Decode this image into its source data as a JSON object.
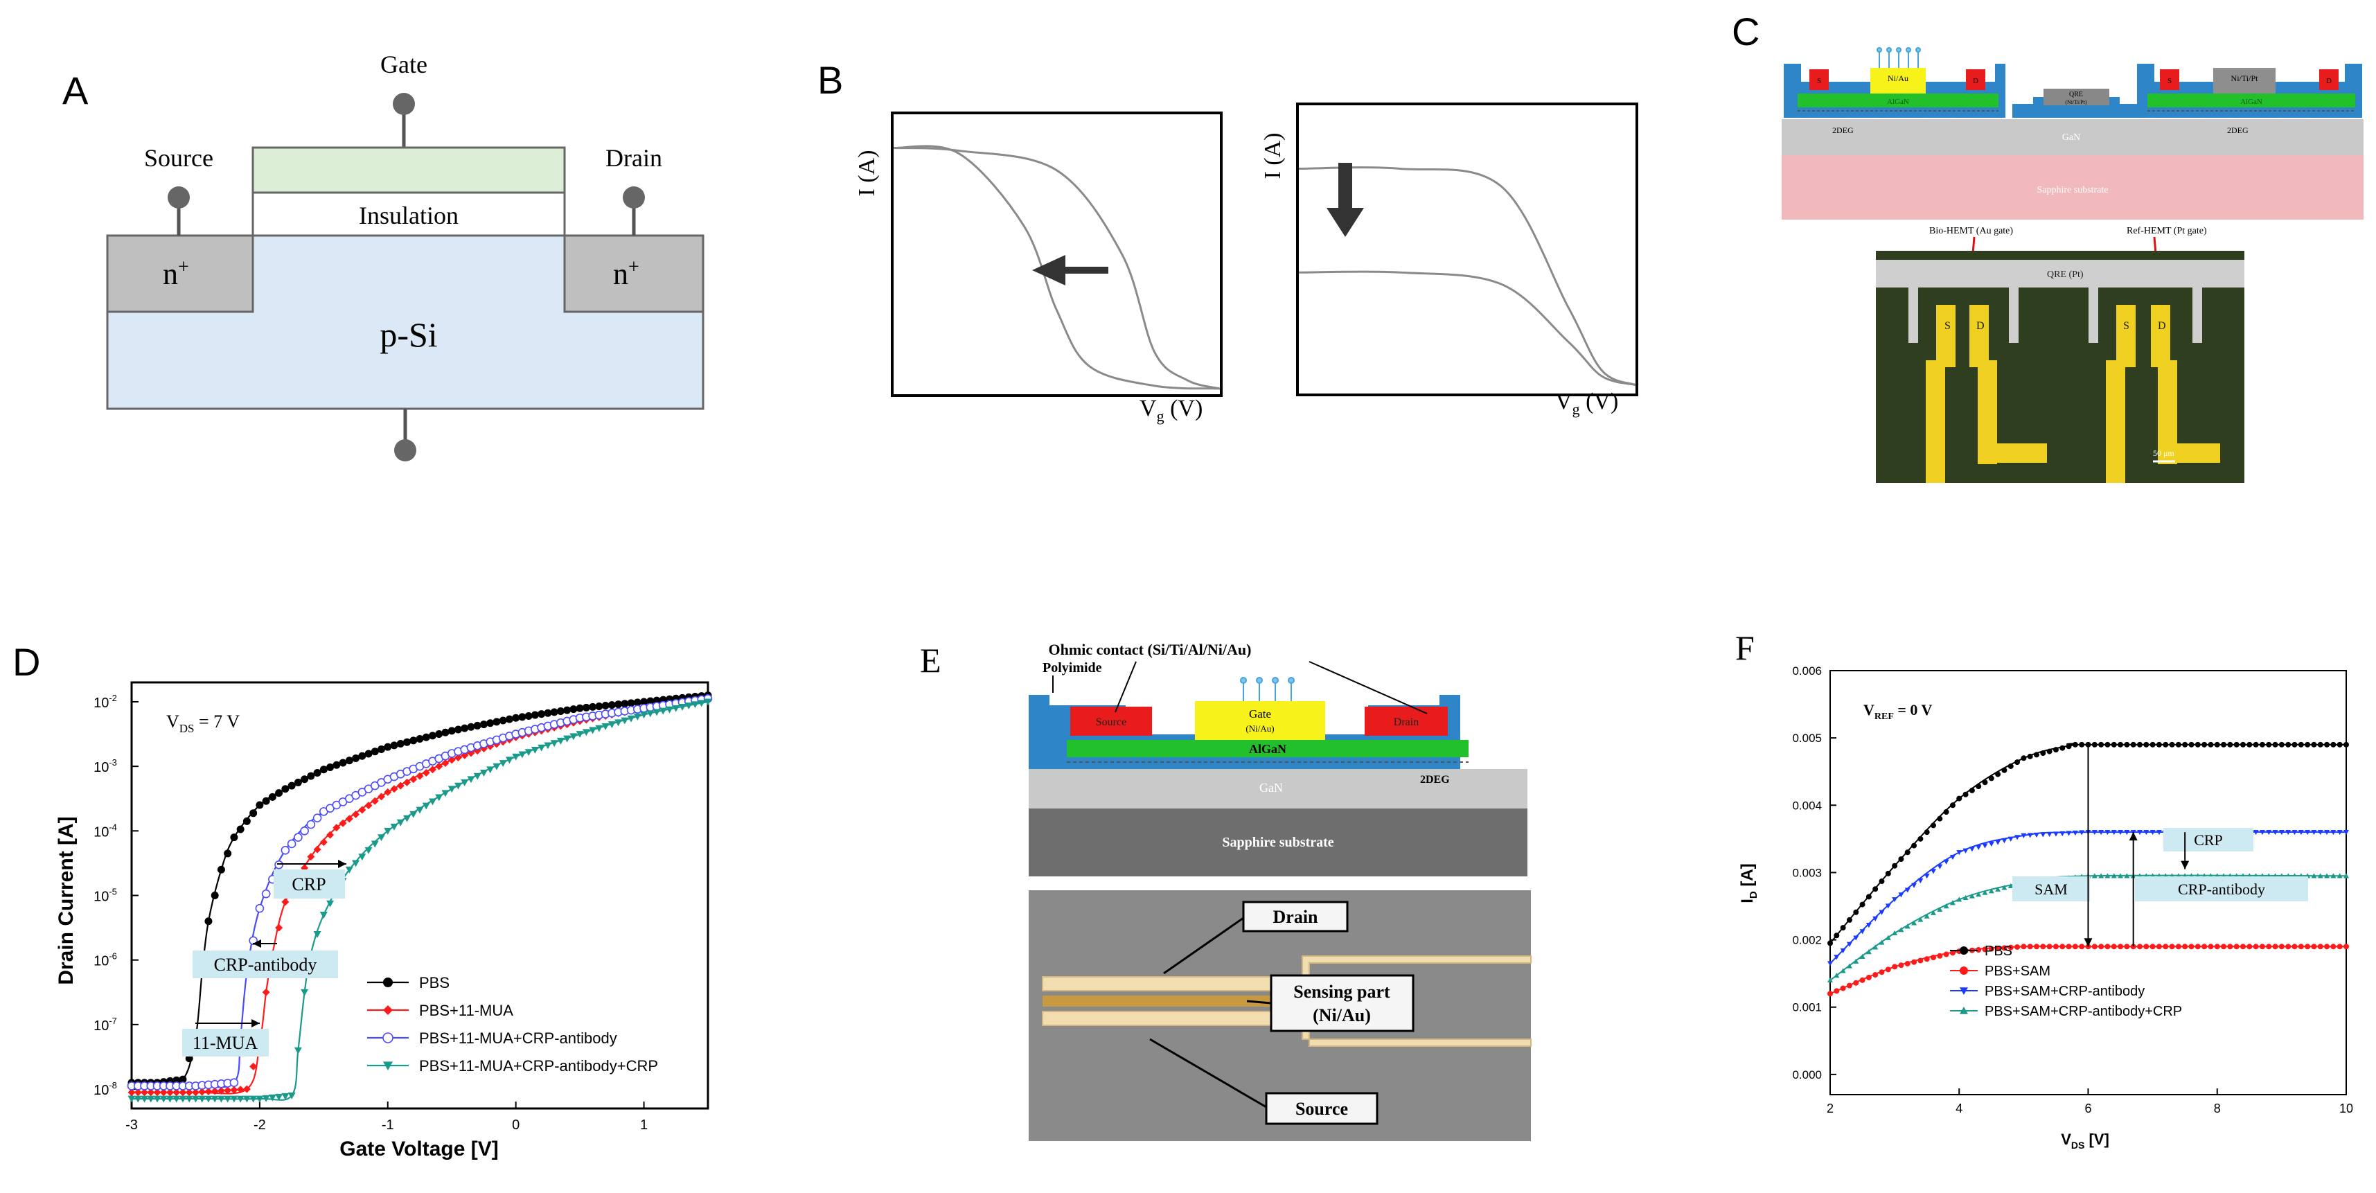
{
  "panels": {
    "A": {
      "letter": "A",
      "gate": "Gate",
      "source": "Source",
      "drain": "Drain",
      "insulation": "Insulation",
      "n_left": "n",
      "n_right": "n",
      "plus": "+",
      "substrate": "p-Si",
      "colors": {
        "gate": "#dcefd6",
        "substrate": "#dbe9f6",
        "n": "#bfbfbf"
      }
    },
    "B": {
      "letter": "B",
      "ylabel1": "I (A)",
      "ylabel2": "I (A)",
      "xlabel1": "V",
      "xlabel2": "V",
      "xsub": "g",
      "xunit": " (V)"
    },
    "C": {
      "letter": "C",
      "ni_au": "Ni/Au",
      "ni_ti_pt": "Ni/Ti/Pt",
      "qre": "QRE",
      "qre_sub": "(Ni/Ti/Pt)",
      "algan": "AlGaN",
      "twodeg": "2DEG",
      "gan": "GaN",
      "sapphire": "Sapphire substrate",
      "s": "S",
      "d": "D",
      "bio_hemt": "Bio-HEMT (Au gate)",
      "ref_hemt": "Ref-HEMT (Pt gate)",
      "qre_pt": "QRE (Pt)",
      "scale": "50 μm"
    },
    "D": {
      "letter": "D",
      "vds_label": "V",
      "vds_sub": "DS",
      "vds_value": " = 7 V",
      "xlabel": "Gate Voltage [V]",
      "ylabel": "Drain Current [A]",
      "xticks": [
        "-3",
        "-2",
        "-1",
        "0",
        "1"
      ],
      "yticks": [
        "10",
        "10",
        "10",
        "10",
        "10",
        "10"
      ],
      "yexp": [
        "-8",
        "-7",
        "-6",
        "-5",
        "-4",
        "-3",
        "-2"
      ],
      "annot": [
        "CRP",
        "CRP-antibody",
        "11-MUA"
      ],
      "legend": [
        "PBS",
        "PBS+11-MUA",
        "PBS+11-MUA+CRP-antibody",
        "PBS+11-MUA+CRP-antibody+CRP"
      ],
      "colors": [
        "#000000",
        "#ff1a1a",
        "#4a4aff",
        "#1a9a8a"
      ]
    },
    "E": {
      "letter": "E",
      "ohmic": "Ohmic contact (Si/Ti/Al/Ni/Au)",
      "polyimide": "Polyimide",
      "source": "Source",
      "drain": "Drain",
      "gate": "Gate",
      "gate_sub": "(Ni/Au)",
      "algan": "AlGaN",
      "twodeg": "2DEG",
      "gan": "GaN",
      "sapphire": "Sapphire substrate",
      "drain_box": "Drain",
      "sensing1": "Sensing part",
      "sensing2": "(Ni/Au)",
      "source_box": "Source"
    },
    "F": {
      "letter": "F",
      "vref_label": "V",
      "vref_sub": "REF",
      "vref_value": " = 0 V",
      "ylabel": "I",
      "ylabel_sub": "D",
      "ylabel_unit": " [A]",
      "xlabel": "V",
      "xlabel_sub": "DS",
      "xlabel_unit": " [V]",
      "xticks": [
        "2",
        "4",
        "6",
        "8",
        "10"
      ],
      "yticks": [
        "0.000",
        "0.001",
        "0.002",
        "0.003",
        "0.004",
        "0.005",
        "0.006"
      ],
      "annot": [
        "CRP",
        "SAM",
        "CRP-antibody"
      ],
      "legend": [
        "PBS",
        "PBS+SAM",
        "PBS+SAM+CRP-antibody",
        "PBS+SAM+CRP-antibody+CRP"
      ],
      "colors": [
        "#000000",
        "#ff1a1a",
        "#1a3aff",
        "#1a9a8a"
      ]
    }
  },
  "chart_data": [
    {
      "type": "line",
      "panel": "B-left",
      "xlabel": "Vg(V)",
      "ylabel": "I (A)",
      "series": [
        {
          "x": [
            0,
            0.2,
            0.4,
            0.5,
            0.6,
            0.8,
            1
          ],
          "y": [
            0.88,
            0.86,
            0.6,
            0.3,
            0.1,
            0.03,
            0.02
          ]
        },
        {
          "x": [
            0,
            0.2,
            0.5,
            0.7,
            0.8,
            0.9,
            1
          ],
          "y": [
            0.88,
            0.87,
            0.8,
            0.5,
            0.15,
            0.05,
            0.02
          ]
        }
      ]
    },
    {
      "type": "line",
      "panel": "B-right",
      "xlabel": "Vg(V)",
      "ylabel": "I (A)",
      "series": [
        {
          "x": [
            0,
            0.3,
            0.6,
            0.8,
            0.9,
            1
          ],
          "y": [
            0.78,
            0.78,
            0.72,
            0.3,
            0.08,
            0.03
          ]
        },
        {
          "x": [
            0,
            0.3,
            0.6,
            0.8,
            0.9,
            1
          ],
          "y": [
            0.42,
            0.42,
            0.38,
            0.18,
            0.06,
            0.03
          ]
        }
      ]
    },
    {
      "type": "scatter",
      "panel": "D",
      "xlabel": "Gate Voltage [V]",
      "ylabel": "Drain Current [A]",
      "xlim": [
        -3,
        1.5
      ],
      "ylog": true,
      "ylim_exp": [
        -8.3,
        -1.7
      ],
      "series": [
        {
          "name": "PBS",
          "x": [
            -3,
            -2.8,
            -2.6,
            -2.5,
            -2.45,
            -2.4,
            -2.3,
            -2.2,
            -2.0,
            -1.8,
            -1.5,
            -1.0,
            -0.5,
            0,
            0.5,
            1.0,
            1.5
          ],
          "y_exp": [
            -7.9,
            -7.9,
            -7.85,
            -7.2,
            -6.2,
            -5.4,
            -4.6,
            -4.1,
            -3.6,
            -3.35,
            -3.05,
            -2.7,
            -2.45,
            -2.25,
            -2.1,
            -2.0,
            -1.9
          ]
        },
        {
          "name": "PBS+11-MUA",
          "x": [
            -3,
            -2.5,
            -2.1,
            -2.0,
            -1.95,
            -1.9,
            -1.8,
            -1.6,
            -1.4,
            -1.0,
            -0.5,
            0,
            0.5,
            1.0,
            1.5
          ],
          "y_exp": [
            -8.05,
            -8.05,
            -8.0,
            -7.3,
            -6.5,
            -5.9,
            -5.1,
            -4.4,
            -3.95,
            -3.4,
            -2.9,
            -2.55,
            -2.3,
            -2.1,
            -1.95
          ]
        },
        {
          "name": "PBS+11-MUA+CRP-antibody",
          "x": [
            -3,
            -2.5,
            -2.2,
            -2.15,
            -2.1,
            -2.0,
            -1.8,
            -1.5,
            -1.0,
            -0.5,
            0,
            0.5,
            1.0,
            1.5
          ],
          "y_exp": [
            -7.95,
            -7.95,
            -7.9,
            -7.2,
            -6.2,
            -5.2,
            -4.3,
            -3.7,
            -3.2,
            -2.8,
            -2.5,
            -2.25,
            -2.1,
            -1.95
          ]
        },
        {
          "name": "PBS+11-MUA+CRP-antibody+CRP",
          "x": [
            -3,
            -2.5,
            -2.0,
            -1.75,
            -1.7,
            -1.65,
            -1.6,
            -1.5,
            -1.3,
            -1.0,
            -0.5,
            0,
            0.5,
            1.0,
            1.5
          ],
          "y_exp": [
            -8.15,
            -8.15,
            -8.15,
            -8.1,
            -7.4,
            -6.5,
            -5.9,
            -5.3,
            -4.6,
            -4.0,
            -3.35,
            -2.85,
            -2.5,
            -2.2,
            -2.0
          ]
        }
      ]
    },
    {
      "type": "scatter",
      "panel": "F",
      "xlabel": "VDS [V]",
      "ylabel": "ID [A]",
      "xlim": [
        2,
        10
      ],
      "ylim": [
        0,
        0.006
      ],
      "series": [
        {
          "name": "PBS",
          "x": [
            2,
            3,
            4,
            5,
            5.8,
            6,
            10
          ],
          "y": [
            0.00195,
            0.0031,
            0.0041,
            0.0047,
            0.0049,
            0.0049,
            0.0049
          ]
        },
        {
          "name": "PBS+SAM",
          "x": [
            2,
            3,
            4,
            5,
            6,
            10
          ],
          "y": [
            0.0012,
            0.0016,
            0.00183,
            0.0019,
            0.0019,
            0.0019
          ]
        },
        {
          "name": "PBS+SAM+CRP-antibody",
          "x": [
            2,
            3,
            4,
            5,
            6,
            10
          ],
          "y": [
            0.00165,
            0.0026,
            0.0033,
            0.00355,
            0.0036,
            0.0036
          ]
        },
        {
          "name": "PBS+SAM+CRP-antibody+CRP",
          "x": [
            2,
            3,
            4,
            5,
            6,
            10
          ],
          "y": [
            0.0014,
            0.0021,
            0.0026,
            0.00285,
            0.00295,
            0.00295
          ]
        }
      ]
    }
  ]
}
